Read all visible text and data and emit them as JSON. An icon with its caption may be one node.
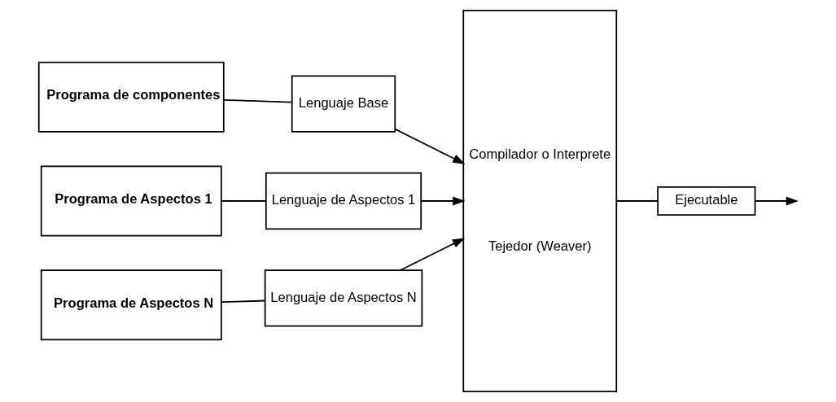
{
  "diagram": {
    "nodes": [
      {
        "text": [
          "Programa de componentes"
        ]
      },
      {
        "text": [
          "Lenguaje Base"
        ]
      },
      {
        "text": [
          "Programa de Aspectos 1"
        ]
      },
      {
        "text": [
          "Lenguaje de Aspectos 1"
        ]
      },
      {
        "text": [
          "Programa de Aspectos N"
        ]
      },
      {
        "text": [
          "Lenguaje de Aspectos N"
        ]
      },
      {
        "text": [
          "Compilador o Interprete",
          "Tejedor (Weaver)"
        ]
      },
      {
        "text": [
          "Ejecutable"
        ]
      }
    ],
    "edges": [
      {
        "from": 0,
        "to": 1,
        "arrow": "none"
      },
      {
        "from": 1,
        "to": 6,
        "arrow": "to"
      },
      {
        "from": 2,
        "to": 3,
        "arrow": "none"
      },
      {
        "from": 3,
        "to": 6,
        "arrow": "to"
      },
      {
        "from": 4,
        "to": 5,
        "arrow": "none"
      },
      {
        "from": 5,
        "to": 6,
        "arrow": "to"
      },
      {
        "from": 6,
        "to": 7,
        "arrow": "none"
      },
      {
        "from": 7,
        "to": null,
        "arrow": "to"
      }
    ]
  }
}
